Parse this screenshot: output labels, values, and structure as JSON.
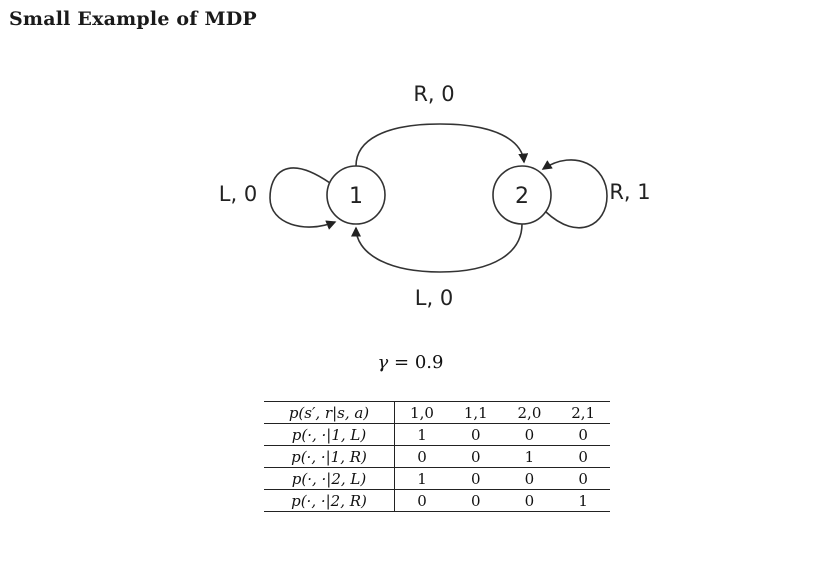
{
  "title": "Small Example of MDP",
  "diagram": {
    "states": [
      "1",
      "2"
    ],
    "edges": [
      {
        "from": "1",
        "to": "1",
        "label": "L, 0"
      },
      {
        "from": "1",
        "to": "2",
        "label": "R, 0"
      },
      {
        "from": "2",
        "to": "2",
        "label": "R, 1"
      },
      {
        "from": "2",
        "to": "1",
        "label": "L, 0"
      }
    ]
  },
  "gamma": {
    "symbol": "γ",
    "equals": " = ",
    "value": "0.9"
  },
  "table": {
    "header": [
      "p(s′, r|s, a)",
      "1,0",
      "1,1",
      "2,0",
      "2,1"
    ],
    "rows": [
      {
        "label": "p(·, ·|1, L)",
        "values": [
          "1",
          "0",
          "0",
          "0"
        ]
      },
      {
        "label": "p(·, ·|1, R)",
        "values": [
          "0",
          "0",
          "1",
          "0"
        ]
      },
      {
        "label": "p(·, ·|2, L)",
        "values": [
          "1",
          "0",
          "0",
          "0"
        ]
      },
      {
        "label": "p(·, ·|2, R)",
        "values": [
          "0",
          "0",
          "0",
          "1"
        ]
      }
    ]
  }
}
